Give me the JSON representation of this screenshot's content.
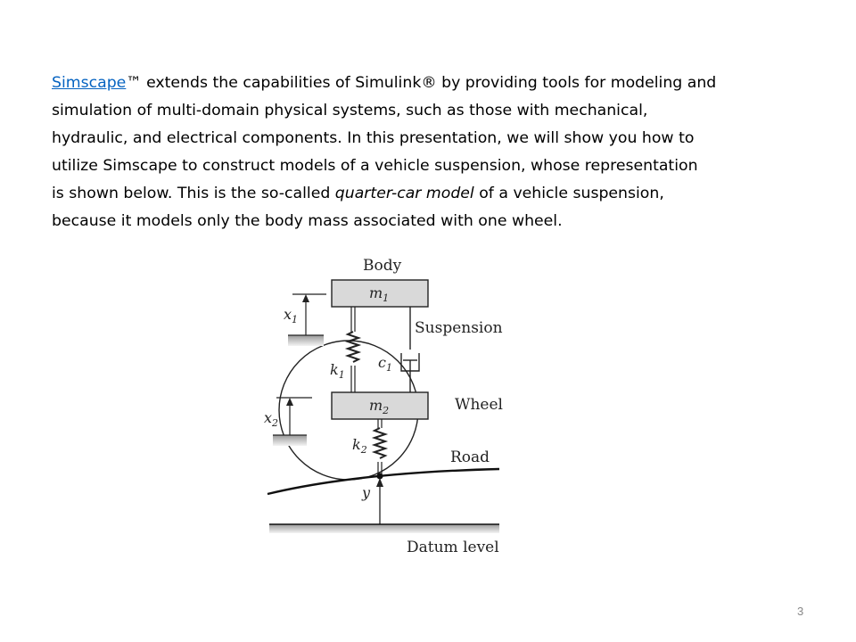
{
  "paragraph": {
    "link_text": "Simscape",
    "line1_rest": "™ extends the capabilities of Simulink® by providing tools for modeling and",
    "line2": "simulation of multi-domain physical systems, such as those with mechanical,",
    "line3": "hydraulic, and electrical components. In this presentation, we will show you how to",
    "line4": "utilize Simscape to construct models of a vehicle suspension, whose representation",
    "line5_start": "is shown below. This is the so-called ",
    "line5_em": "quarter-car model",
    "line5_end": " of a vehicle suspension,",
    "line6": "because it models only the body mass associated with one wheel."
  },
  "figure": {
    "body_label": "Body",
    "suspension_label": "Suspension",
    "wheel_label": "Wheel",
    "road_label": "Road",
    "datum_label": "Datum level",
    "m1": "m",
    "m1_sub": "1",
    "m2": "m",
    "m2_sub": "2",
    "k1": "k",
    "k1_sub": "1",
    "k2": "k",
    "k2_sub": "2",
    "c1": "c",
    "c1_sub": "1",
    "x1": "x",
    "x1_sub": "1",
    "x2": "x",
    "x2_sub": "2",
    "y": "y"
  },
  "page_number": "3"
}
